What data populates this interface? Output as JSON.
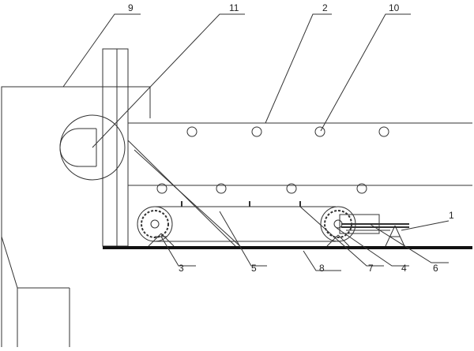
{
  "figure": {
    "callouts": [
      {
        "id": "c9",
        "label": "9"
      },
      {
        "id": "c11",
        "label": "11"
      },
      {
        "id": "c2",
        "label": "2"
      },
      {
        "id": "c10",
        "label": "10"
      },
      {
        "id": "c1",
        "label": "1"
      },
      {
        "id": "c3",
        "label": "3"
      },
      {
        "id": "c5",
        "label": "5"
      },
      {
        "id": "c8",
        "label": "8"
      },
      {
        "id": "c7",
        "label": "7"
      },
      {
        "id": "c4",
        "label": "4"
      },
      {
        "id": "c6",
        "label": "6"
      }
    ]
  }
}
